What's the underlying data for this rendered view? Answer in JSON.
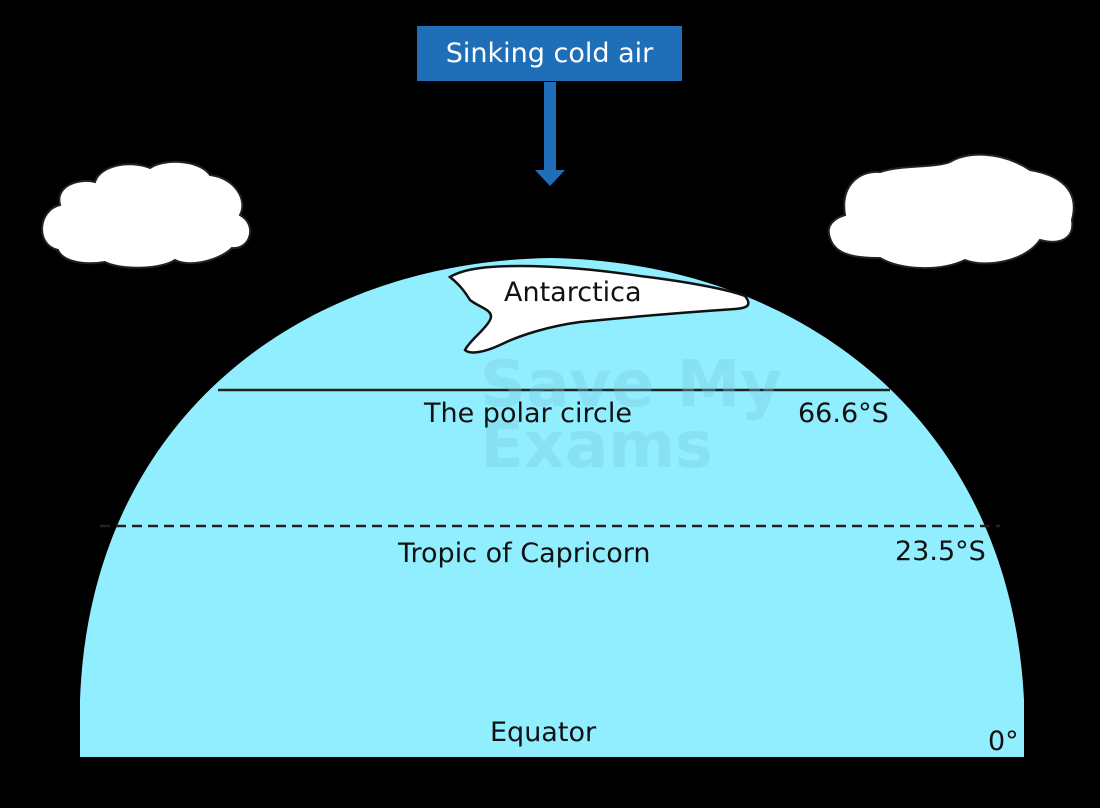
{
  "diagram": {
    "title": "Sinking cold air",
    "landmass": "Antarctica",
    "lines": [
      {
        "name": "The polar circle",
        "latitude": "66.6°S",
        "style": "solid"
      },
      {
        "name": "Tropic of Capricorn",
        "latitude": "23.5°S",
        "style": "dashed"
      },
      {
        "name": "Equator",
        "latitude": "0°",
        "style": "none"
      }
    ],
    "watermark": {
      "line1": "Save My",
      "line2": "Exams"
    },
    "colors": {
      "background": "#000000",
      "globe": "#90eefe",
      "arrow": "#1f6fb8",
      "cloud": "#ffffff"
    }
  }
}
